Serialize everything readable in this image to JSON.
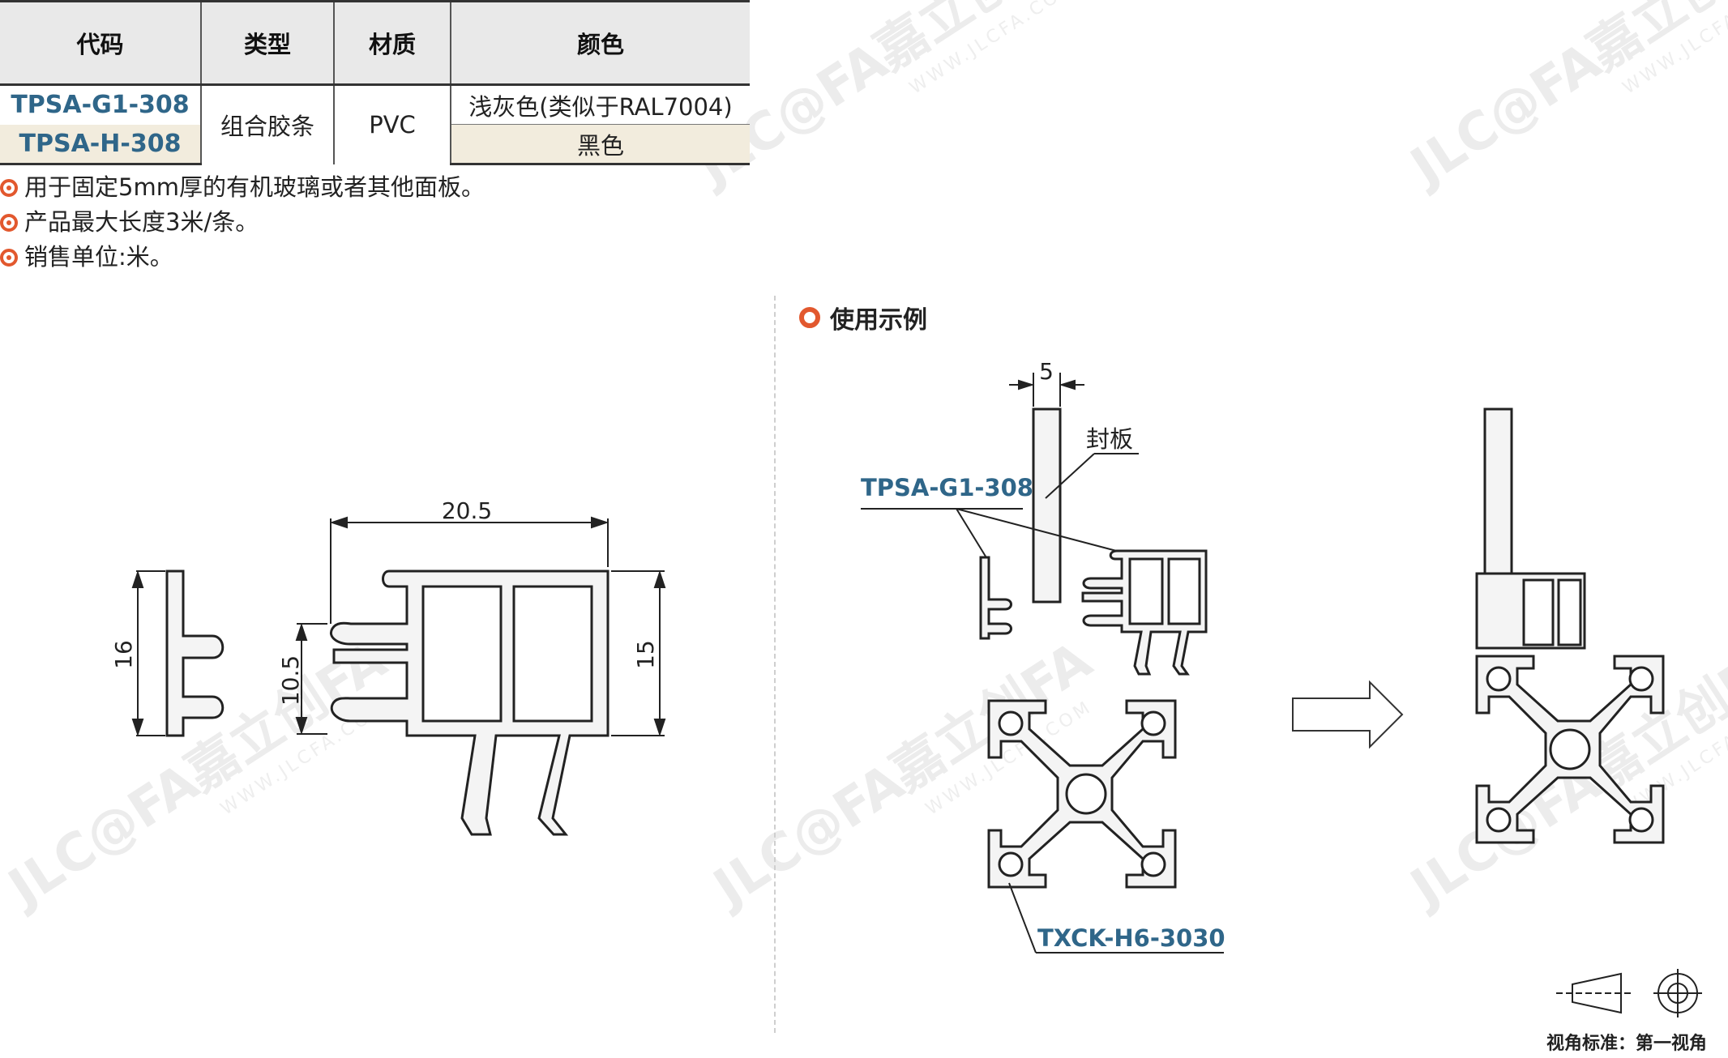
{
  "table": {
    "headers": [
      "代码",
      "类型",
      "材质",
      "颜色"
    ],
    "rows": [
      {
        "code": "TPSA-G1-308",
        "color": "浅灰色(类似于RAL7004)"
      },
      {
        "code": "TPSA-H-308",
        "color": "黑色"
      }
    ],
    "type": "组合胶条",
    "material": "PVC"
  },
  "notes": [
    "用于固定5mm厚的有机玻璃或者其他面板。",
    "产品最大长度3米/条。",
    "销售单位:米。"
  ],
  "usage_title": "使用示例",
  "dimensions": {
    "left_height": "16",
    "width": "20.5",
    "inner_height": "10.5",
    "outer_height": "15",
    "panel_thickness": "5"
  },
  "labels": {
    "panel": "封板",
    "strip_code": "TPSA-G1-308",
    "profile_code": "TXCK-H6-3030"
  },
  "view_standard": "视角标准：第一视角",
  "watermark": {
    "brand": "嘉立创FA",
    "logo": "JLC@FA",
    "url": "WWW.JLCFA.COM"
  },
  "colors": {
    "accent": "#e2582e",
    "code_blue": "#2f6689",
    "header_bg": "#e9e9e9",
    "row_tint": "#f2ecdd"
  }
}
